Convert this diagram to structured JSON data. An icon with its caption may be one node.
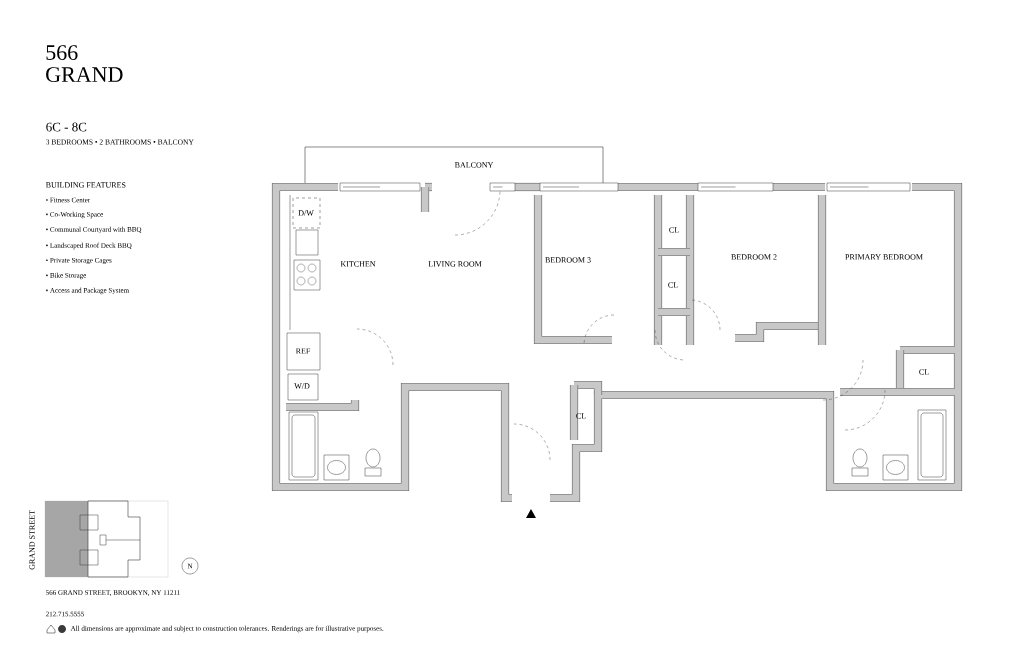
{
  "diagram": {
    "title": "566 GRAND",
    "labels": [
      "6C - 8C",
      "3 BEDROOMS • 2 BATHROOMS • BALCONY",
      "BUILDING FEATURES",
      "• Fitness Center",
      "• Co-Working Space",
      "• Communal Courtyard with BBQ",
      "• Landscaped Roof Deck BBQ",
      "• Private Storage Cages",
      "• Bike Storage",
      "• Access and Package System",
      "BALCONY",
      "D/W",
      "KITCHEN",
      "LIVING ROOM",
      "BEDROOM 3",
      "CL",
      "BEDROOM 2",
      "PRIMARY BEDROOM",
      "CL",
      "REF",
      "W/D",
      "CL",
      "CL",
      "GRAND STREET",
      "N",
      "566 GRAND STREET,  BROOKYN, NY 11211",
      "212.715.5555",
      "All dimensions are approximate and subject to construction tolerances. Renderings are for illustrative purposes."
    ]
  }
}
